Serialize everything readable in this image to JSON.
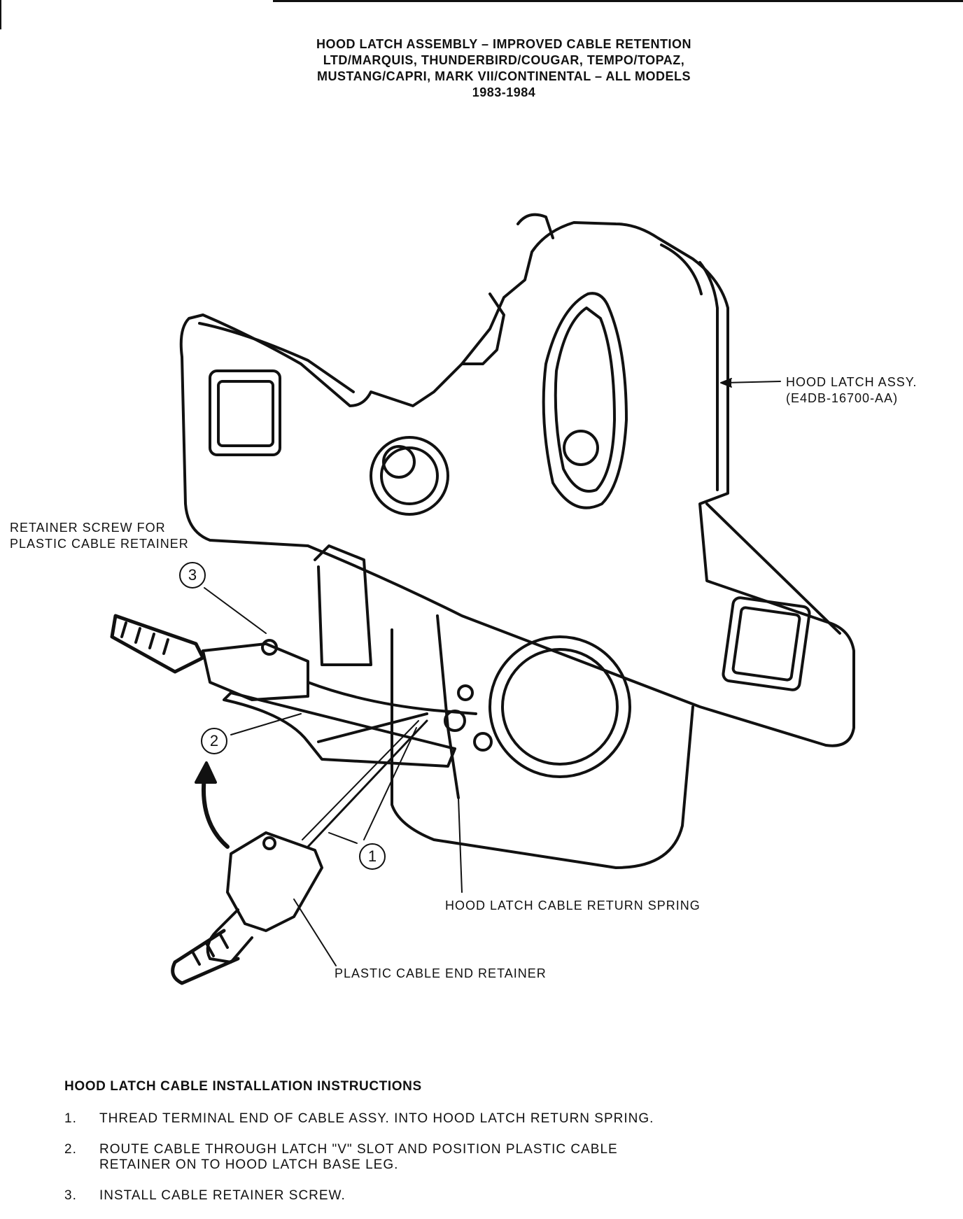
{
  "header": {
    "title_lines": [
      "HOOD LATCH ASSEMBLY – IMPROVED CABLE RETENTION",
      "LTD/MARQUIS, THUNDERBIRD/COUGAR, TEMPO/TOPAZ,",
      "MUSTANG/CAPRI, MARK VII/CONTINENTAL – ALL MODELS",
      "1983-1984"
    ]
  },
  "diagram": {
    "labels": {
      "hood_latch_assy": "HOOD LATCH ASSY.",
      "part_number": "(E4DB-16700-AA)",
      "retainer_screw_line1": "RETAINER SCREW FOR",
      "retainer_screw_line2": "PLASTIC CABLE RETAINER",
      "return_spring": "HOOD LATCH CABLE RETURN SPRING",
      "end_retainer": "PLASTIC CABLE END RETAINER"
    },
    "callouts": [
      "1",
      "2",
      "3"
    ]
  },
  "instructions": {
    "title": "HOOD LATCH CABLE INSTALLATION INSTRUCTIONS",
    "steps": [
      {
        "num": "1.",
        "text": "THREAD TERMINAL END OF CABLE ASSY. INTO HOOD LATCH RETURN SPRING."
      },
      {
        "num": "2.",
        "text": "ROUTE CABLE THROUGH LATCH \"V\" SLOT AND POSITION PLASTIC CABLE\nRETAINER ON TO HOOD LATCH BASE LEG."
      },
      {
        "num": "3.",
        "text": "INSTALL CABLE RETAINER SCREW."
      }
    ]
  }
}
